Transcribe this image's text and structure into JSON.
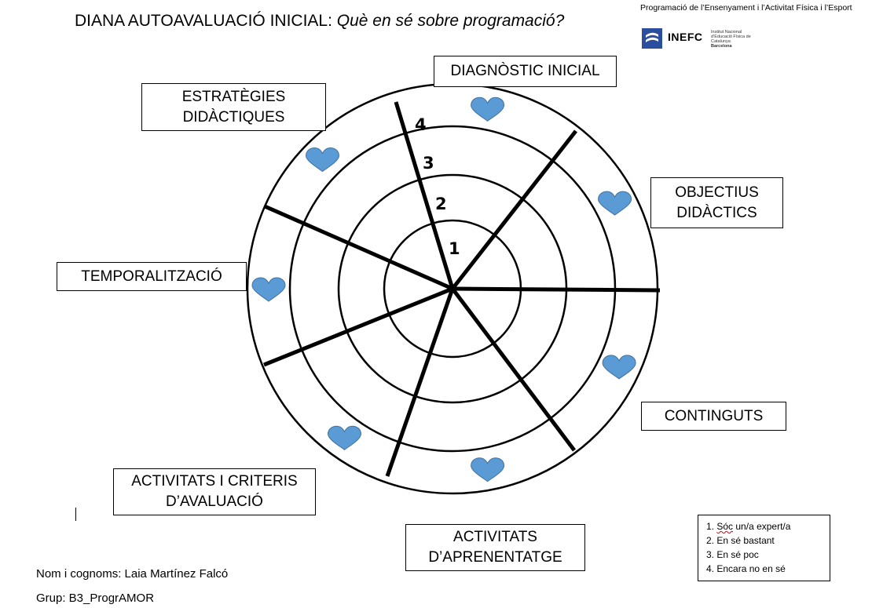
{
  "header": {
    "title_main": "DIANA AUTOAVALUACIÓ INICIAL: ",
    "title_question": "Què en sé sobre programació?",
    "course": "Programació de l’Ensenyament i l’Activitat Física i l’Esport",
    "logo_name": "INEFC",
    "logo_sub": "Institut Nacional d’Educació Física de Catalunya",
    "logo_city": "Barcelona",
    "brand_color": "#2b4f9e"
  },
  "sections": {
    "diagnostic": [
      "DIAGNÒSTIC INICIAL"
    ],
    "objectius": [
      "OBJECTIUS",
      "DIDÀCTICS"
    ],
    "continguts": [
      "CONTINGUTS"
    ],
    "aprenentatge": [
      "ACTIVITATS",
      "D’APRENENTATGE"
    ],
    "avaluacio": [
      "ACTIVITATS I CRITERIS",
      "D’AVALUACIÓ"
    ],
    "temporalitzacio": [
      "TEMPORALITZACIÓ"
    ],
    "estrategies": [
      "ESTRATÈGIES",
      "DIDÀCTIQUES"
    ]
  },
  "ring_labels": [
    "1",
    "2",
    "3",
    "4"
  ],
  "ratings": {
    "diagnostic": 4,
    "objectius": 4,
    "continguts": 4,
    "aprenentatge": 4,
    "avaluacio": 4,
    "temporalitzacio": 4,
    "estrategies": 4
  },
  "heart_color": "#5b9bd5",
  "legend": {
    "items": [
      {
        "num": "1.",
        "word": "Sóc",
        "rest": " un/a expert/a"
      },
      {
        "num": "2.",
        "word": "En",
        "rest": " sé bastant"
      },
      {
        "num": "3.",
        "word": "En",
        "rest": " sé poc"
      },
      {
        "num": "4.",
        "word": "Encara",
        "rest": " no en sé"
      }
    ]
  },
  "footer": {
    "name": "Nom i cognoms: Laia Martínez Falcó",
    "group": "Grup: B3_ProgrAMOR"
  }
}
